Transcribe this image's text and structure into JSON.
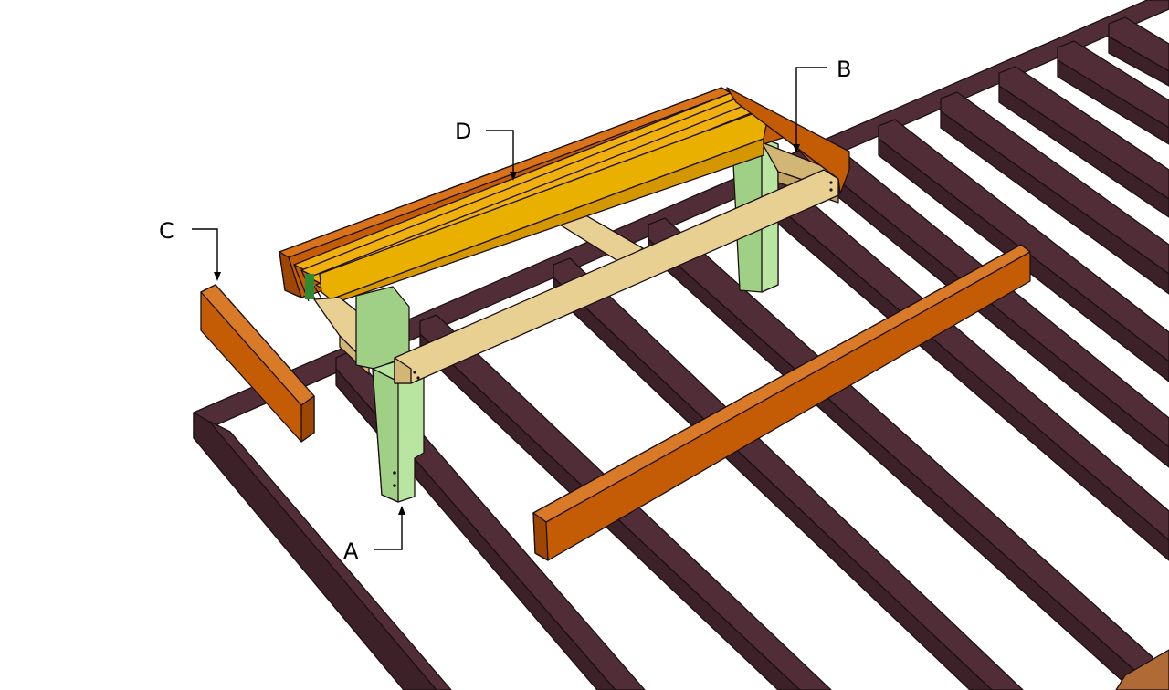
{
  "labels": {
    "a": "A",
    "b": "B",
    "c": "C",
    "d": "D"
  },
  "colors": {
    "joist_top": "#512e37",
    "joist_side": "#3d2129",
    "leg": "#b8e6a0",
    "leg_side": "#9fd085",
    "support": "#e8cf92",
    "support_side": "#d2b676",
    "slat": "#f0b00e",
    "slat_side": "#d59700",
    "trim": "#c45c06",
    "trim_side": "#9e4604"
  }
}
